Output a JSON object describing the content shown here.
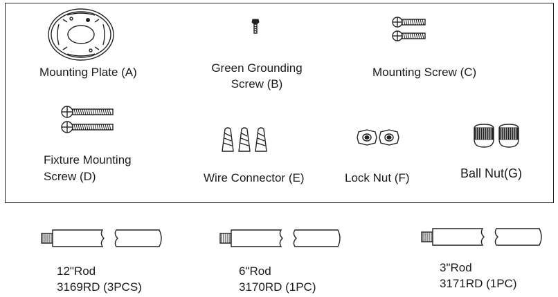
{
  "parts": {
    "mounting_plate": "Mounting Plate (A)",
    "green_grounding_line1": "Green Grounding",
    "green_grounding_line2": "Screw (B)",
    "mounting_screw": "Mounting Screw (C)",
    "fixture_mounting_line1": "Fixture Mounting",
    "fixture_mounting_line2": "Screw (D)",
    "wire_connector": "Wire Connector (E)",
    "lock_nut": "Lock Nut (F)",
    "ball_nut": "Ball Nut(G)"
  },
  "rods": [
    {
      "length": "12\"Rod",
      "code": "3169RD (3PCS)"
    },
    {
      "length": "6\"Rod",
      "code": "3170RD (1PC)"
    },
    {
      "length": "3\"Rod",
      "code": "3171RD (1PC)"
    }
  ]
}
